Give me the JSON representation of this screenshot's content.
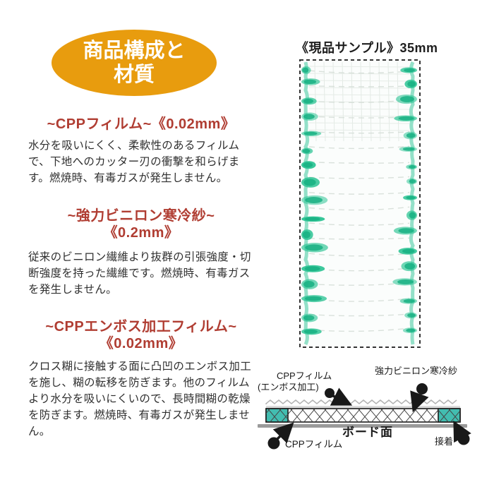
{
  "badge": {
    "line1": "商品構成と",
    "line2": "材質"
  },
  "sample": {
    "caption": "《現品サンプル》35mm"
  },
  "sections": [
    {
      "heading": "~CPPフィルム~《0.02mm》",
      "body": "水分を吸いにくく、柔軟性のあるフィルムで、下地へのカッター刃の衝撃を和らげます。燃焼時、有毒ガスが発生しません。"
    },
    {
      "heading": "~強力ビニロン寒冷紗~\n《0.2mm》",
      "body": "従来のビニロン繊維より抜群の引張強度・切断強度を持った繊維です。燃焼時、有毒ガスを発生しません。"
    },
    {
      "heading": "~CPPエンボス加工フィルム~\n《0.02mm》",
      "body": "クロス糊に接触する面に凸凹のエンボス加工を施し、糊の転移を防ぎます。他のフィルムより水分を吸いにくいので、長時間糊の乾燥を防ぎます。燃焼時、有毒ガスが発生しません。"
    }
  ],
  "diagram": {
    "labels": {
      "cpp_embossed_line1": "CPPフィルム",
      "cpp_embossed_line2": "(エンボス加工)",
      "vinylon": "強力ビニロン寒冷紗",
      "board": "ボード面",
      "cpp_film": "CPPフィルム",
      "adhesive": "接着"
    }
  },
  "colors": {
    "badge_orange": "#e89c0e",
    "heading_red": "#b03d32",
    "body_text": "#2f2f2f",
    "teal": "#42bdb0",
    "sample_green": "#2cc494",
    "sample_green_dark": "#17b083",
    "gray_bar": "#9a9a9a"
  }
}
